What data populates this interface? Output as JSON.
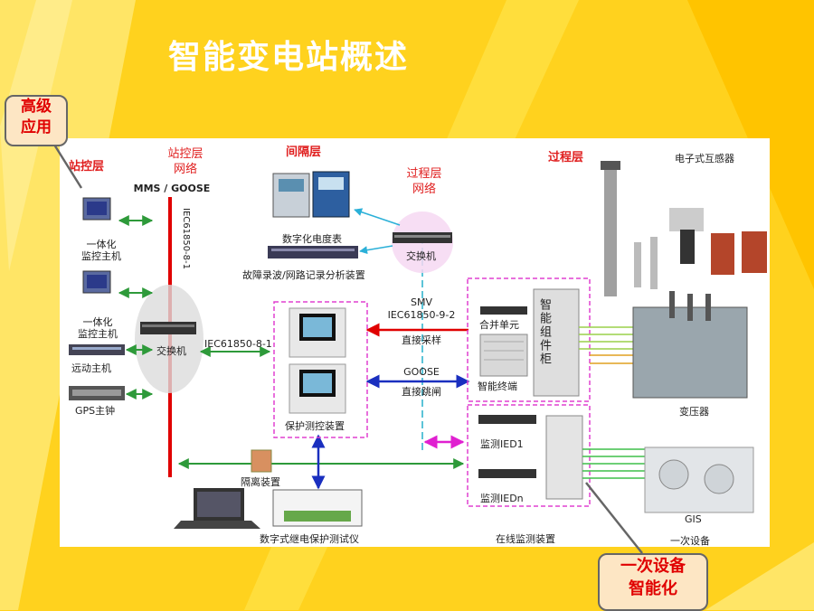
{
  "title": "智能变电站概述",
  "callouts": {
    "top": "高级\n应用",
    "bottom": "一次设备\n智能化"
  },
  "layers": {
    "station": "站控层",
    "bay": "间隔层",
    "process": "过程层"
  },
  "networks": {
    "station_net": "站控层\n网络",
    "station_protocol": "MMS / GOOSE",
    "station_vertical_std": "IEC61850-8-1",
    "process_net": "过程层\n网络"
  },
  "devices": {
    "monitor_host_1": "一体化\n监控主机",
    "monitor_host_2": "一体化\n监控主机",
    "telecontrol_host": "远动主机",
    "gps_clock": "GPS主钟",
    "switch_station": "交换机",
    "switch_process": "交换机",
    "digital_meter": "数字化电度表",
    "fault_recorder": "故障录波/网路记录分析装置",
    "protection_device": "保护测控装置",
    "merging_unit": "合并单元",
    "smart_terminal": "智能终端",
    "smart_cabinet": "智能组件柜",
    "monitor_ied1": "监测IED1",
    "monitor_iedn": "监测IEDn",
    "online_monitor": "在线监测装置",
    "isolation": "隔离装置",
    "relay_tester": "数字式继电保护测试仪",
    "ect": "电子式互感器",
    "transformer": "变压器",
    "gis": "GIS",
    "primary_equipment": "一次设备"
  },
  "links": {
    "bay_std": "IEC61850-8-1",
    "smv_1": "SMV",
    "smv_2": "IEC61850-9-2",
    "smv_3": "直接采样",
    "goose_1": "GOOSE",
    "goose_2": "直接跳闸"
  },
  "colors": {
    "background": "#ffd21e",
    "station_bus": "#e00000",
    "process_bus": "#5cc4d8",
    "link_green": "#2e9a3a",
    "smv_arrow": "#e00000",
    "goose_arrow": "#1a2fbf",
    "bay_box": "#e040d0"
  }
}
